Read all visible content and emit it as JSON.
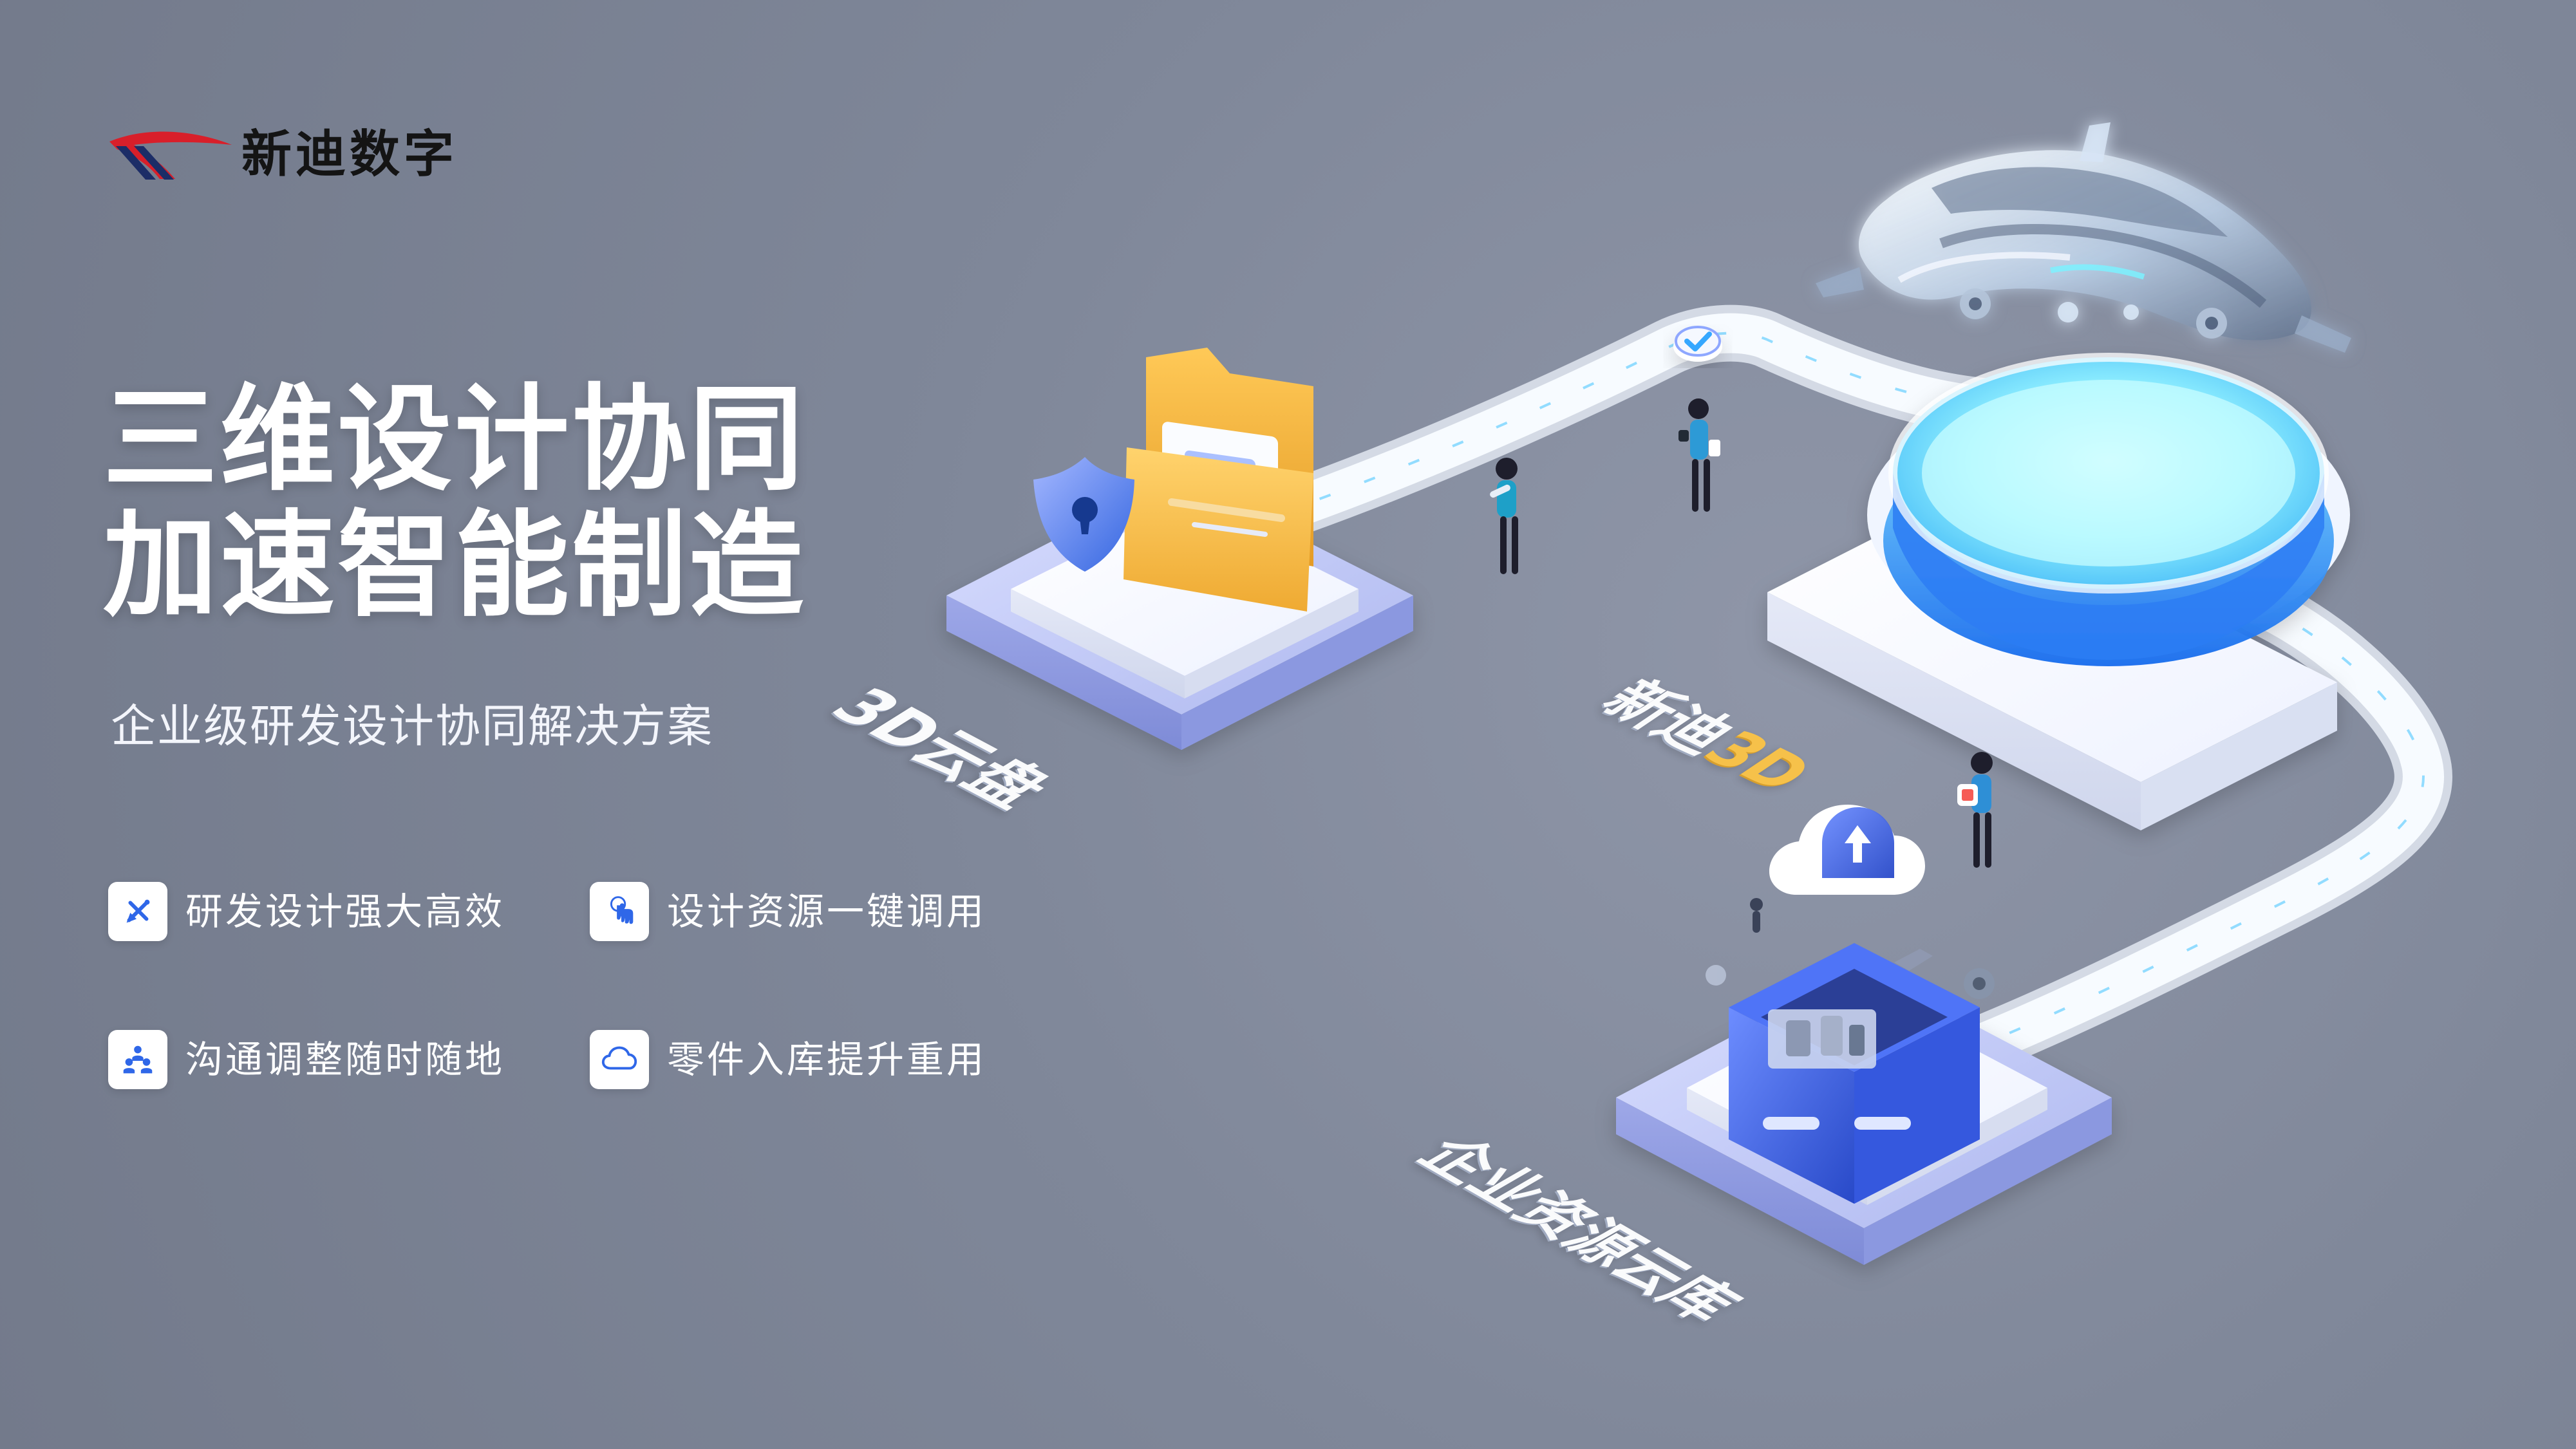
{
  "brand": {
    "name": "新迪数字"
  },
  "hero": {
    "title_lines": [
      "三维设计协同",
      "加速智能制造"
    ],
    "subtitle": "企业级研发设计协同解决方案"
  },
  "features": [
    {
      "icon": "pen-ruler-icon",
      "label": "研发设计强大高效"
    },
    {
      "icon": "touch-hand-icon",
      "label": "设计资源一键调用"
    },
    {
      "icon": "team-people-icon",
      "label": "沟通调整随时随地"
    },
    {
      "icon": "cloud-icon",
      "label": "零件入库提升重用"
    }
  ],
  "scene_labels": {
    "cloud_drive_prefix": "3D",
    "cloud_drive_suffix": "云盘",
    "xindi_prefix": "新迪",
    "xindi_suffix": "3D",
    "enterprise": "企业资源云库"
  },
  "colors": {
    "background": "#7f8799",
    "primary_blue": "#2f67e8",
    "cyan_glow": "#7be7ff",
    "folder_orange": "#f2b23d",
    "white": "#ffffff",
    "brand_red": "#d81f2a",
    "brand_navy": "#1c2d67"
  }
}
